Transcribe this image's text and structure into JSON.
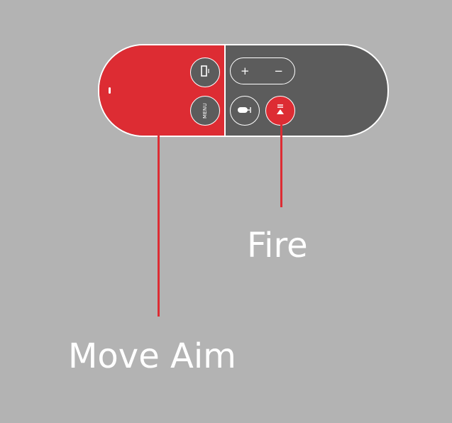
{
  "remote": {
    "buttons": {
      "menu_label": "MENU",
      "volume_up": "+",
      "volume_down": "−"
    },
    "icons": {
      "tv": "tv-icon",
      "siri": "microphone-icon",
      "play_pause": "play-pause-icon"
    },
    "colors": {
      "highlight": "#dd2c33",
      "body": "#5c5c5c",
      "background": "#b3b3b3",
      "outline": "#ffffff"
    }
  },
  "callouts": {
    "fire": "Fire",
    "move_aim": "Move Aim"
  }
}
